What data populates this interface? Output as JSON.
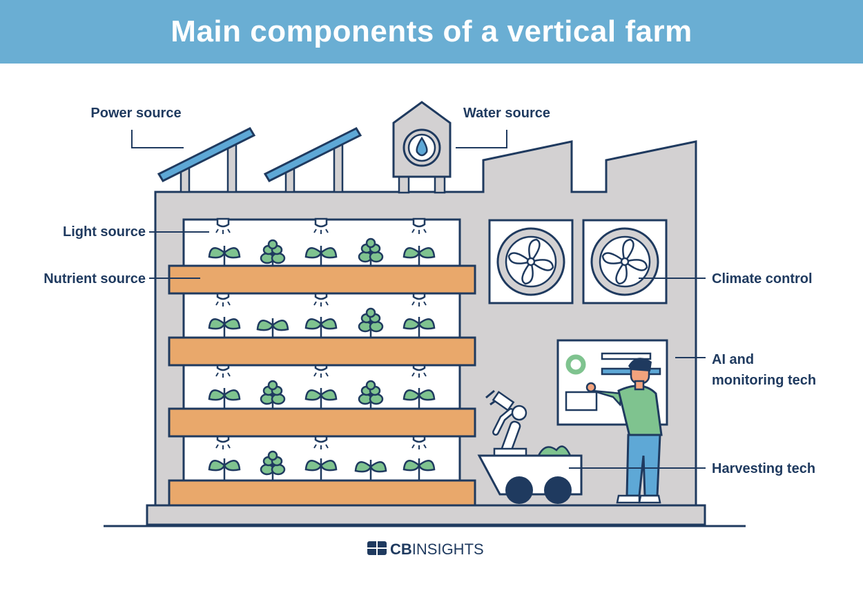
{
  "header": {
    "title": "Main components of a vertical farm"
  },
  "labels": {
    "power": "Power source",
    "water": "Water source",
    "light": "Light source",
    "nutrient": "Nutrient source",
    "climate": "Climate control",
    "ai_line1": "AI and",
    "ai_line2": "monitoring tech",
    "harvest": "Harvesting tech"
  },
  "logo": {
    "bold": "CB",
    "rest": "INSIGHTS"
  },
  "colors": {
    "banner": "#6aaed3",
    "navy": "#1f3a5f",
    "building": "#d3d1d2",
    "shelf": "#e9a86b",
    "leaf": "#7fc38f",
    "solar": "#5ea8d6"
  }
}
